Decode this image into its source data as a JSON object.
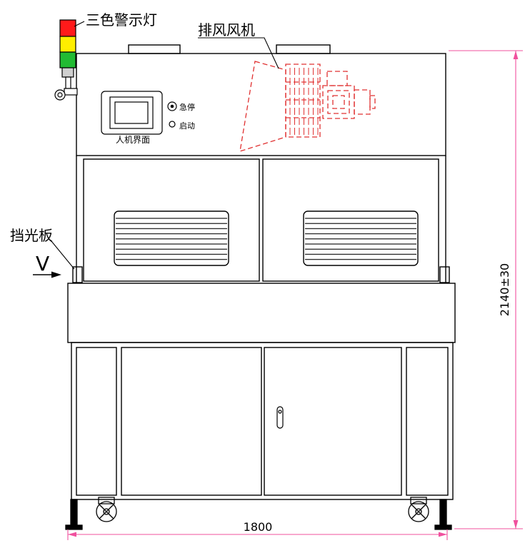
{
  "labels": {
    "warning_light": "三色警示灯",
    "exhaust_fan": "排风风机",
    "light_shield": "挡光板",
    "view_marker": "V",
    "hmi_label": "人机界面",
    "estop_label": "急停",
    "start_label": "启动"
  },
  "dimensions": {
    "overall_height": "2140±30",
    "overall_width": "1800"
  },
  "colors": {
    "line": "#000000",
    "fan": "#e03131",
    "dimension": "#f0509e",
    "light_red": "#ff1a1a",
    "light_yellow": "#ffee00",
    "light_green": "#22bb33",
    "light_base": "#cfcfcf"
  }
}
